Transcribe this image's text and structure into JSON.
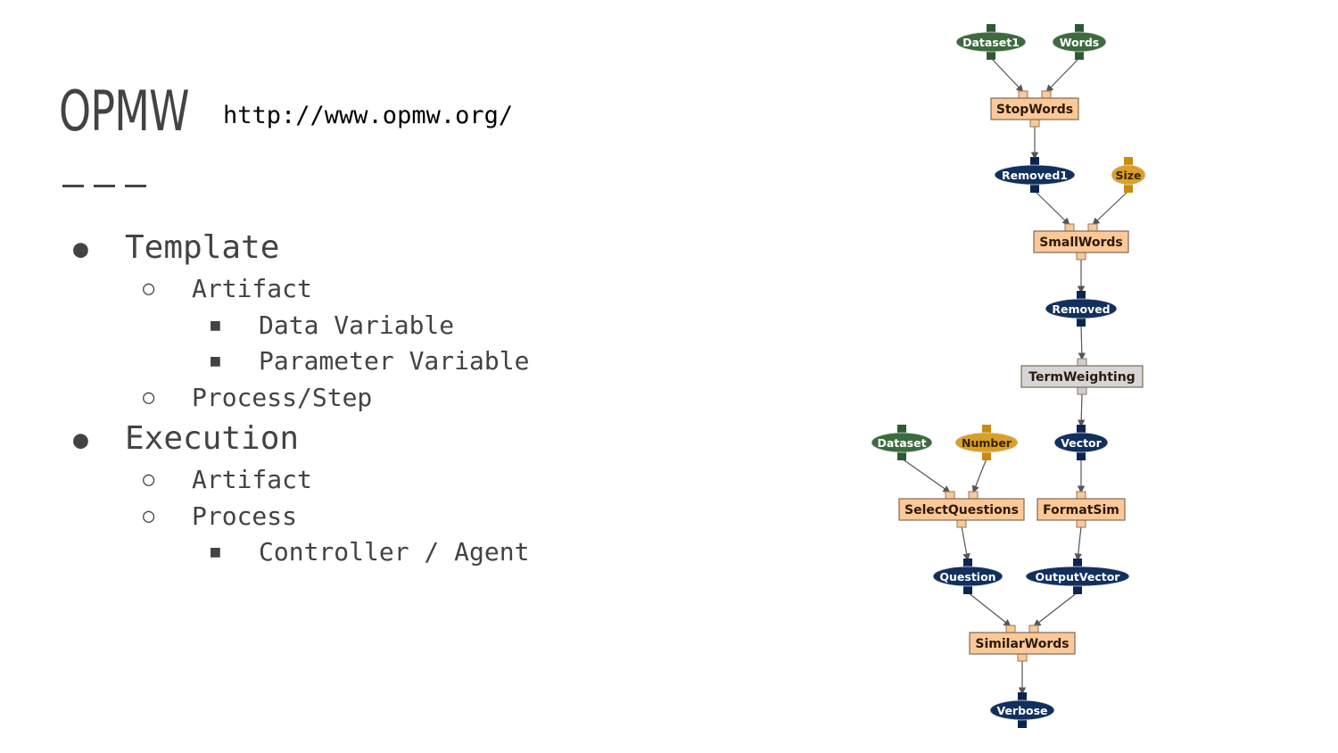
{
  "slide": {
    "title": "OPMW",
    "url": "http://www.opmw.org/"
  },
  "outline": [
    {
      "level": 1,
      "label": "Template",
      "bullet": "●"
    },
    {
      "level": 2,
      "label": "Artifact",
      "bullet": "○"
    },
    {
      "level": 3,
      "label": "Data Variable",
      "bullet": "■"
    },
    {
      "level": 3,
      "label": "Parameter Variable",
      "bullet": "■"
    },
    {
      "level": 2,
      "label": "Process/Step",
      "bullet": "○"
    },
    {
      "level": 1,
      "label": "Execution",
      "bullet": "●"
    },
    {
      "level": 2,
      "label": "Artifact",
      "bullet": "○"
    },
    {
      "level": 2,
      "label": "Process",
      "bullet": "○"
    },
    {
      "level": 3,
      "label": "Controller / Agent",
      "bullet": "■"
    }
  ],
  "colors": {
    "data_fill": "#3d6b3f",
    "variable_fill": "#12305e",
    "parameter_fill": "#d9a028",
    "step_fill": "#fcc898",
    "step_fill_gray": "#d6d6d6",
    "edge": "#555555"
  },
  "workflow": {
    "nodes": [
      {
        "id": "dataset1",
        "label": "Dataset1",
        "kind": "data"
      },
      {
        "id": "words",
        "label": "Words",
        "kind": "data"
      },
      {
        "id": "stopwords",
        "label": "StopWords",
        "kind": "step"
      },
      {
        "id": "removed1",
        "label": "Removed1",
        "kind": "variable"
      },
      {
        "id": "size",
        "label": "Size",
        "kind": "parameter"
      },
      {
        "id": "smallwords",
        "label": "SmallWords",
        "kind": "step"
      },
      {
        "id": "removed",
        "label": "Removed",
        "kind": "variable"
      },
      {
        "id": "termweighting",
        "label": "TermWeighting",
        "kind": "step-gray"
      },
      {
        "id": "dataset",
        "label": "Dataset",
        "kind": "data"
      },
      {
        "id": "number",
        "label": "Number",
        "kind": "parameter"
      },
      {
        "id": "vector",
        "label": "Vector",
        "kind": "variable"
      },
      {
        "id": "selectquestions",
        "label": "SelectQuestions",
        "kind": "step"
      },
      {
        "id": "formatsim",
        "label": "FormatSim",
        "kind": "step"
      },
      {
        "id": "question",
        "label": "Question",
        "kind": "variable"
      },
      {
        "id": "outputvector",
        "label": "OutputVector",
        "kind": "variable"
      },
      {
        "id": "similarwords",
        "label": "SimilarWords",
        "kind": "step"
      },
      {
        "id": "verbose",
        "label": "Verbose",
        "kind": "variable"
      }
    ],
    "edges": [
      [
        "dataset1",
        "stopwords"
      ],
      [
        "words",
        "stopwords"
      ],
      [
        "stopwords",
        "removed1"
      ],
      [
        "removed1",
        "smallwords"
      ],
      [
        "size",
        "smallwords"
      ],
      [
        "smallwords",
        "removed"
      ],
      [
        "removed",
        "termweighting"
      ],
      [
        "termweighting",
        "vector"
      ],
      [
        "dataset",
        "selectquestions"
      ],
      [
        "number",
        "selectquestions"
      ],
      [
        "vector",
        "formatsim"
      ],
      [
        "selectquestions",
        "question"
      ],
      [
        "formatsim",
        "outputvector"
      ],
      [
        "question",
        "similarwords"
      ],
      [
        "outputvector",
        "similarwords"
      ],
      [
        "similarwords",
        "verbose"
      ]
    ]
  }
}
